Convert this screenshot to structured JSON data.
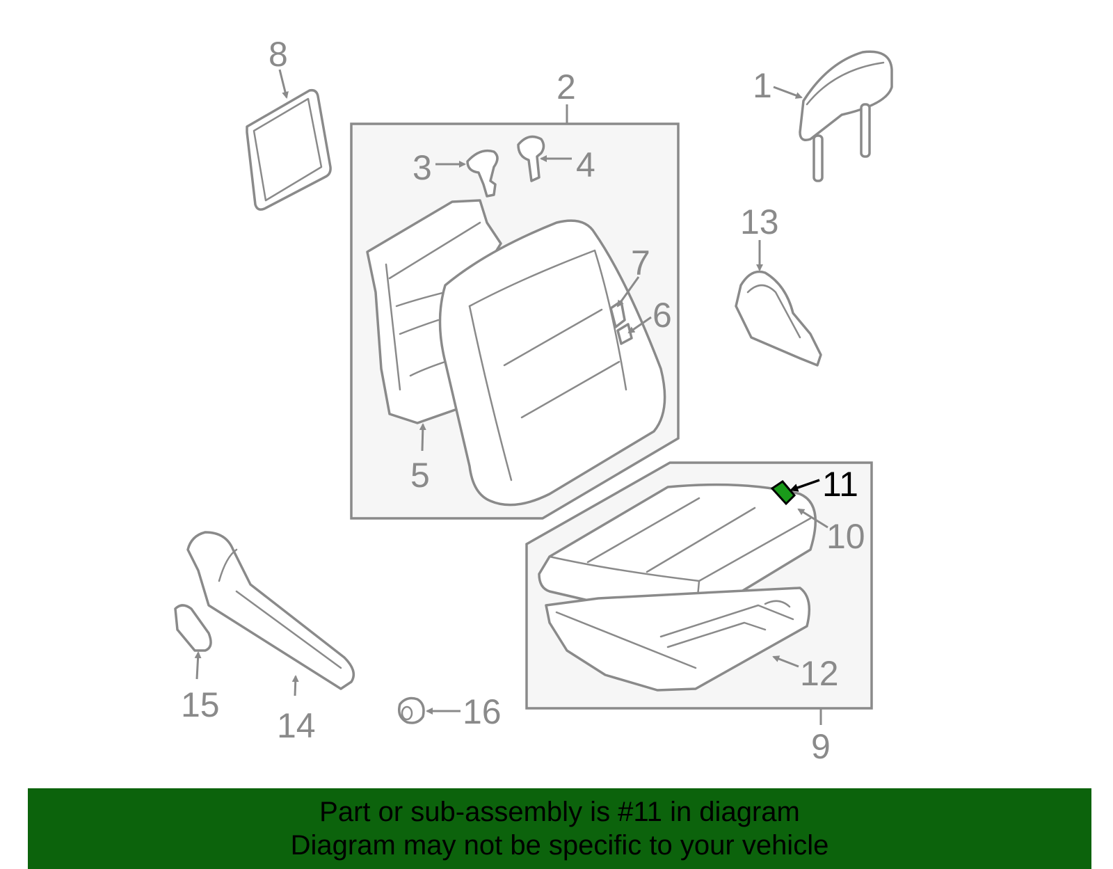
{
  "diagram": {
    "callouts": {
      "c1": "1",
      "c2": "2",
      "c3": "3",
      "c4": "4",
      "c5": "5",
      "c6": "6",
      "c7": "7",
      "c8": "8",
      "c9": "9",
      "c10": "10",
      "c11": "11",
      "c12": "12",
      "c13": "13",
      "c14": "14",
      "c15": "15",
      "c16": "16"
    },
    "highlighted_part": "11",
    "highlight_color": "#1a9a1a",
    "line_color": "#8a8a8a"
  },
  "banner": {
    "line1": "Part or sub-assembly is #11 in diagram",
    "line2": "Diagram may not be specific to your vehicle",
    "background": "#0c630c"
  }
}
